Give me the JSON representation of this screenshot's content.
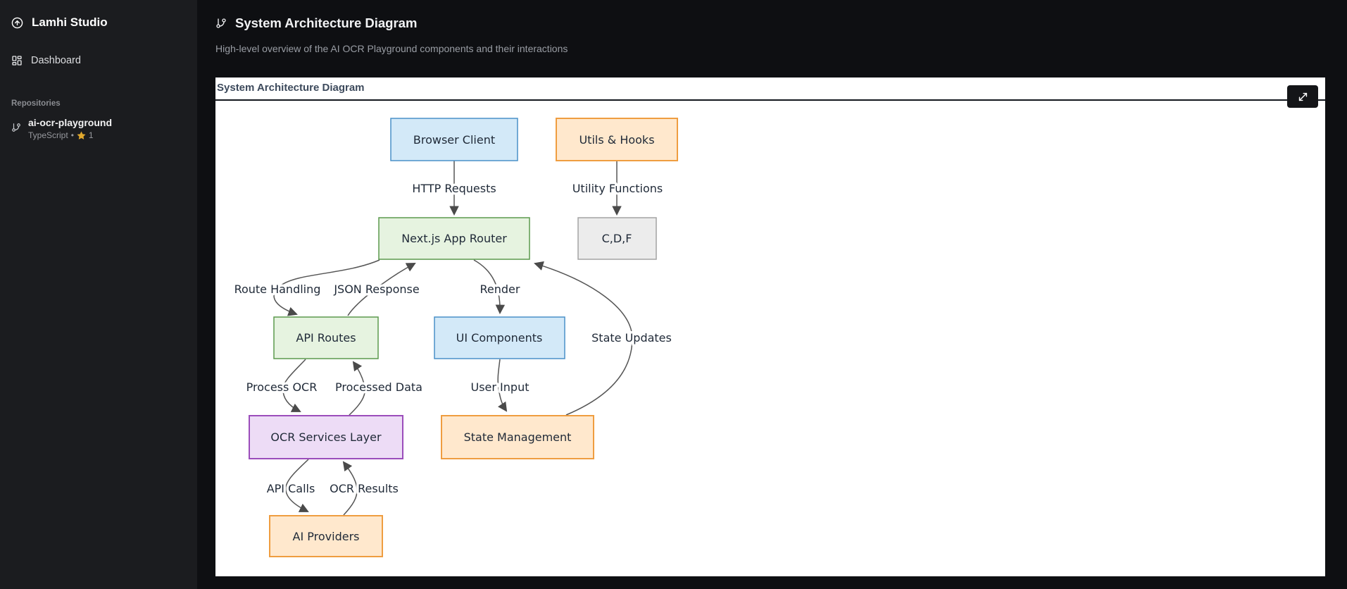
{
  "sidebar": {
    "brand": "Lamhi Studio",
    "dashboard_label": "Dashboard",
    "section_label": "Repositories",
    "repo": {
      "name": "ai-ocr-playground",
      "language": "TypeScript",
      "separator": "•",
      "stars": "1"
    }
  },
  "header": {
    "title": "System Architecture Diagram",
    "subtitle": "High-level overview of the AI OCR Playground components and their interactions"
  },
  "panel": {
    "title": "System Architecture Diagram",
    "expand_button_icon": "move-diagonal-expand-icon"
  },
  "diagram": {
    "type": "flowchart",
    "nodes": {
      "browser_client": {
        "label": "Browser Client",
        "color": "blue"
      },
      "utils_hooks": {
        "label": "Utils & Hooks",
        "color": "orange"
      },
      "nextjs_router": {
        "label": "Next.js App Router",
        "color": "green"
      },
      "cdf": {
        "label": "C,D,F",
        "color": "gray"
      },
      "api_routes": {
        "label": "API Routes",
        "color": "green"
      },
      "ui_components": {
        "label": "UI Components",
        "color": "blue"
      },
      "ocr_services": {
        "label": "OCR Services Layer",
        "color": "purple"
      },
      "state_management": {
        "label": "State Management",
        "color": "orange"
      },
      "ai_providers": {
        "label": "AI Providers",
        "color": "orange"
      }
    },
    "edges": {
      "http_requests": {
        "label": "HTTP Requests",
        "from": "browser_client",
        "to": "nextjs_router"
      },
      "utility_functions": {
        "label": "Utility Functions",
        "from": "utils_hooks",
        "to": "cdf"
      },
      "route_handling": {
        "label": "Route Handling",
        "from": "nextjs_router",
        "to": "api_routes"
      },
      "json_response": {
        "label": "JSON Response",
        "from": "api_routes",
        "to": "nextjs_router"
      },
      "render": {
        "label": "Render",
        "from": "nextjs_router",
        "to": "ui_components"
      },
      "state_updates": {
        "label": "State Updates",
        "from": "state_management",
        "to": "nextjs_router"
      },
      "process_ocr": {
        "label": "Process OCR",
        "from": "api_routes",
        "to": "ocr_services"
      },
      "processed_data": {
        "label": "Processed Data",
        "from": "ocr_services",
        "to": "api_routes"
      },
      "user_input": {
        "label": "User Input",
        "from": "ui_components",
        "to": "state_management"
      },
      "api_calls": {
        "label": "API Calls",
        "from": "ocr_services",
        "to": "ai_providers"
      },
      "ocr_results": {
        "label": "OCR Results",
        "from": "ai_providers",
        "to": "ocr_services"
      }
    },
    "colors": {
      "node_blue_fill": "#d3e9f8",
      "node_blue_border": "#4a90c8",
      "node_green_fill": "#e6f3e0",
      "node_green_border": "#5b9a4d",
      "node_orange_fill": "#ffe8cd",
      "node_orange_border": "#ef9d40",
      "node_purple_fill": "#eddcf6",
      "node_purple_border": "#9b4dbb",
      "node_gray_fill": "#ececec",
      "node_gray_border": "#a3a3a3",
      "edge_line": "#555555",
      "canvas_bg": "#ffffff",
      "sidebar_bg": "#1b1c1f",
      "main_bg": "#0e0f12",
      "star": "#e0a82e"
    }
  }
}
